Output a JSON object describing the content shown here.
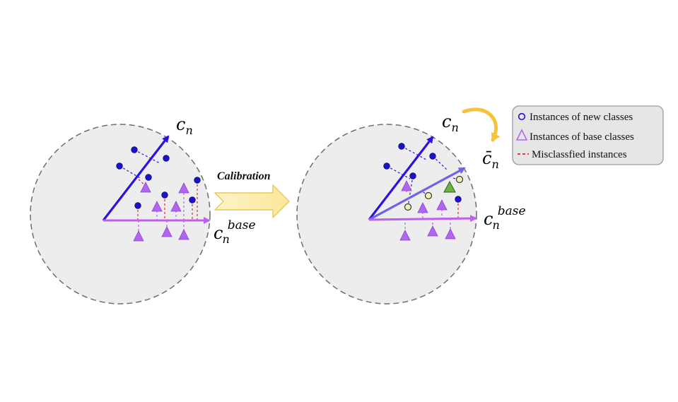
{
  "left_panel": {
    "vector_top_label": "c",
    "vector_top_sub": "n",
    "vector_base_label": "c",
    "vector_base_sub": "n",
    "vector_base_sup": "base"
  },
  "calibration_label": "Calibration",
  "right_panel": {
    "vector_top_label": "c",
    "vector_top_sub": "n",
    "vector_bar_label": "c̄",
    "vector_bar_sub": "n",
    "vector_base_label": "c",
    "vector_base_sub": "n",
    "vector_base_sup": "base"
  },
  "legend": {
    "new_classes": "Instances of new classes",
    "base_classes": "Instances of base classes",
    "misclassified": "Misclassfied instances"
  },
  "colors": {
    "circle_fill": "#ededed",
    "circle_stroke": "#6e6e6e",
    "new_vector": "#2a12e0",
    "calibrated_vector": "#6d62e8",
    "base_vector": "#bf5ff0",
    "dot_fill": "#1e12c8",
    "triangle_fill": "#b066f0",
    "misclassified": "#e8232a",
    "hollow_fill": "#f2efb0",
    "green_triangle": "#6cb23f",
    "calibration_arrow": "#fbeeaa",
    "curve_arrow": "#f6c23a"
  },
  "icons": {
    "new_marker": "circle-outline-icon",
    "base_marker": "triangle-outline-icon",
    "misclassified_marker": "dashed-line-icon"
  }
}
